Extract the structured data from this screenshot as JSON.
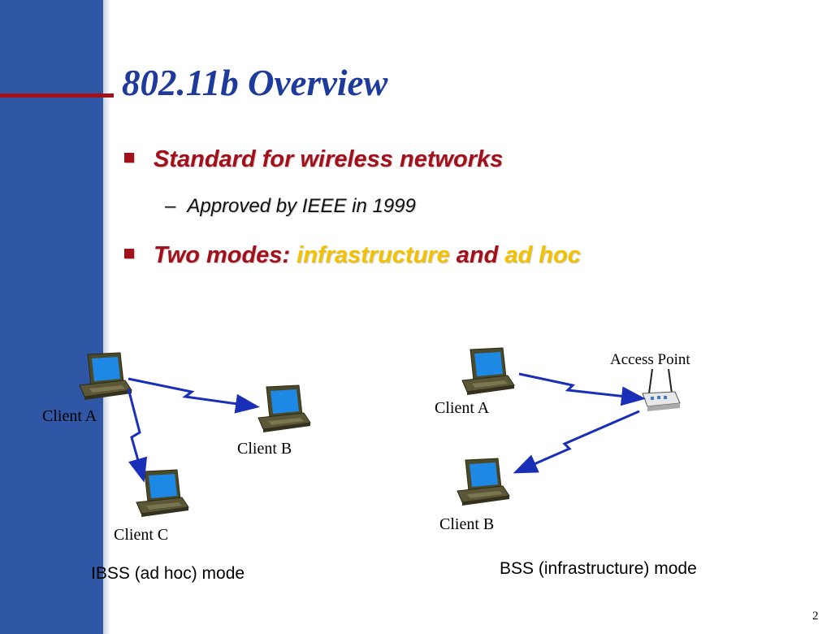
{
  "slide": {
    "title": "802.11b Overview",
    "bullet1": "Standard for wireless networks",
    "sub1": "Approved by IEEE in 1999",
    "sub1_dash": "–",
    "bullet2_prefix": "Two modes: ",
    "bullet2_mode1": "infrastructure",
    "bullet2_and": " and ",
    "bullet2_mode2": "ad hoc",
    "page_number": "2"
  },
  "ibss": {
    "caption": "IBSS (ad hoc) mode",
    "client_a": "Client A",
    "client_b": "Client B",
    "client_c": "Client C"
  },
  "bss": {
    "caption": "BSS (infrastructure) mode",
    "access_point": "Access Point",
    "client_a": "Client A",
    "client_b": "Client B"
  },
  "colors": {
    "sidebar": "#2f57a5",
    "accent_red": "#a3101c",
    "title_blue": "#1e3a9b",
    "highlight_yellow": "#f2c200",
    "link_blue": "#1a2fb8"
  }
}
